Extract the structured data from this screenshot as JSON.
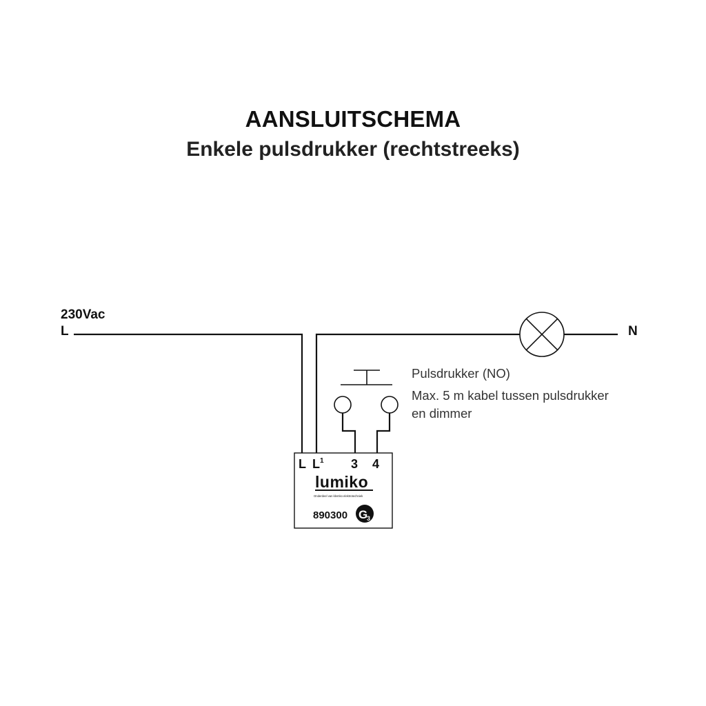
{
  "title": "AANSLUITSCHEMA",
  "subtitle": "Enkele pulsdrukker (rechtstreeks)",
  "supply": {
    "voltage": "230Vac",
    "line_label": "L",
    "neutral_label": "N"
  },
  "pushbutton": {
    "label": "Pulsdrukker (NO)",
    "note_line1": "Max. 5 m kabel tussen pulsdrukker",
    "note_line2": "en dimmer"
  },
  "module": {
    "terminals": [
      "L",
      "L",
      "3",
      "4"
    ],
    "terminal_superscript": "1",
    "brand": "lumiko",
    "brand_tagline": "Onderdeel van klemko elektrotechniek",
    "article_number": "890300",
    "badge_letter": "G",
    "badge_sub": "3"
  },
  "colors": {
    "line": "#111111",
    "text": "#111111",
    "note": "#333333"
  }
}
